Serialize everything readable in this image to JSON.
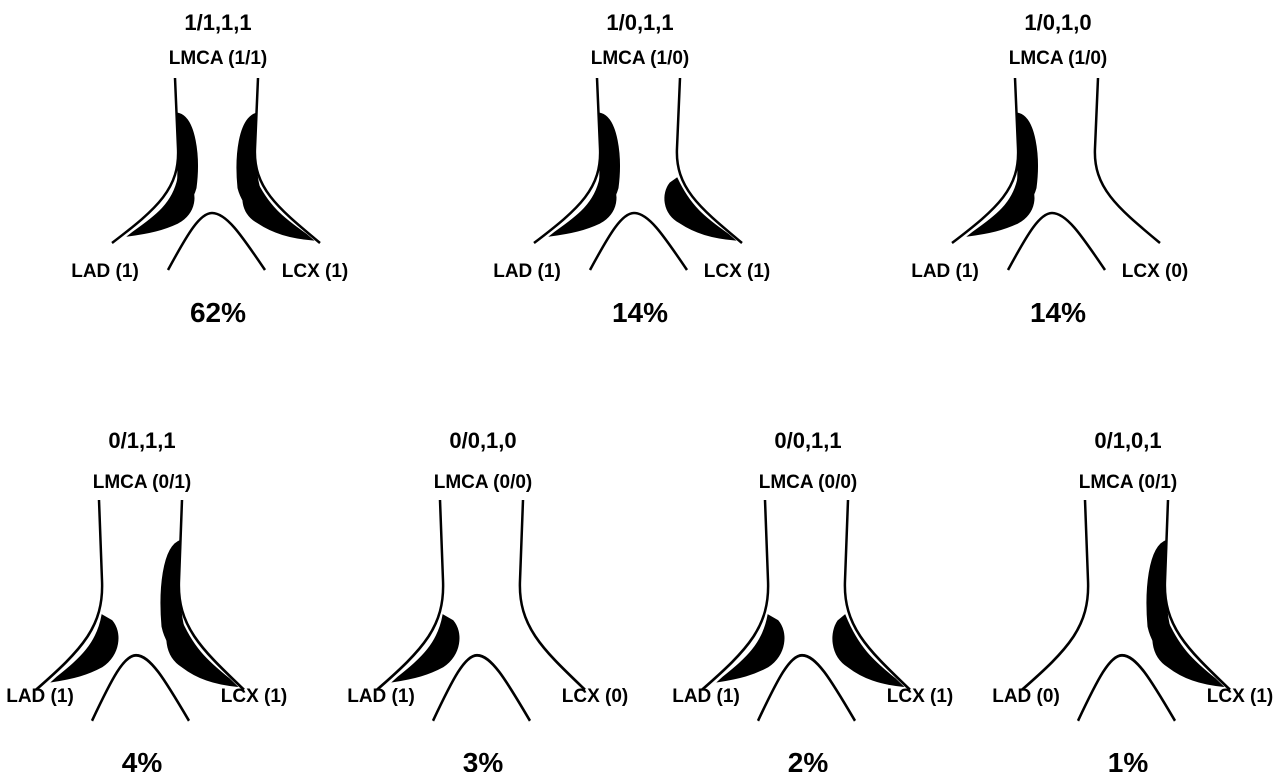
{
  "diagrams": [
    {
      "medina": "1/1,1,1",
      "lmca": "LMCA (1/1)",
      "lad": "LAD (1)",
      "lcx": "LCX (1)",
      "percent": "62%",
      "plaques": {
        "lmca_prox": 1,
        "lmca_dist": 1,
        "lad": 1,
        "lcx": 1
      }
    },
    {
      "medina": "1/0,1,1",
      "lmca": "LMCA (1/0)",
      "lad": "LAD (1)",
      "lcx": "LCX (1)",
      "percent": "14%",
      "plaques": {
        "lmca_prox": 1,
        "lmca_dist": 0,
        "lad": 1,
        "lcx": 1
      }
    },
    {
      "medina": "1/0,1,0",
      "lmca": "LMCA (1/0)",
      "lad": "LAD (1)",
      "lcx": "LCX (0)",
      "percent": "14%",
      "plaques": {
        "lmca_prox": 1,
        "lmca_dist": 0,
        "lad": 1,
        "lcx": 0
      }
    },
    {
      "medina": "0/1,1,1",
      "lmca": "LMCA (0/1)",
      "lad": "LAD (1)",
      "lcx": "LCX (1)",
      "percent": "4%",
      "plaques": {
        "lmca_prox": 0,
        "lmca_dist": 1,
        "lad": 1,
        "lcx": 1
      }
    },
    {
      "medina": "0/0,1,0",
      "lmca": "LMCA (0/0)",
      "lad": "LAD (1)",
      "lcx": "LCX (0)",
      "percent": "3%",
      "plaques": {
        "lmca_prox": 0,
        "lmca_dist": 0,
        "lad": 1,
        "lcx": 0
      }
    },
    {
      "medina": "0/0,1,1",
      "lmca": "LMCA (0/0)",
      "lad": "LAD (1)",
      "lcx": "LCX (1)",
      "percent": "2%",
      "plaques": {
        "lmca_prox": 0,
        "lmca_dist": 0,
        "lad": 1,
        "lcx": 1
      }
    },
    {
      "medina": "0/1,0,1",
      "lmca": "LMCA (0/1)",
      "lad": "LAD (0)",
      "lcx": "LCX (1)",
      "percent": "1%",
      "plaques": {
        "lmca_prox": 0,
        "lmca_dist": 1,
        "lad": 0,
        "lcx": 1
      }
    }
  ]
}
